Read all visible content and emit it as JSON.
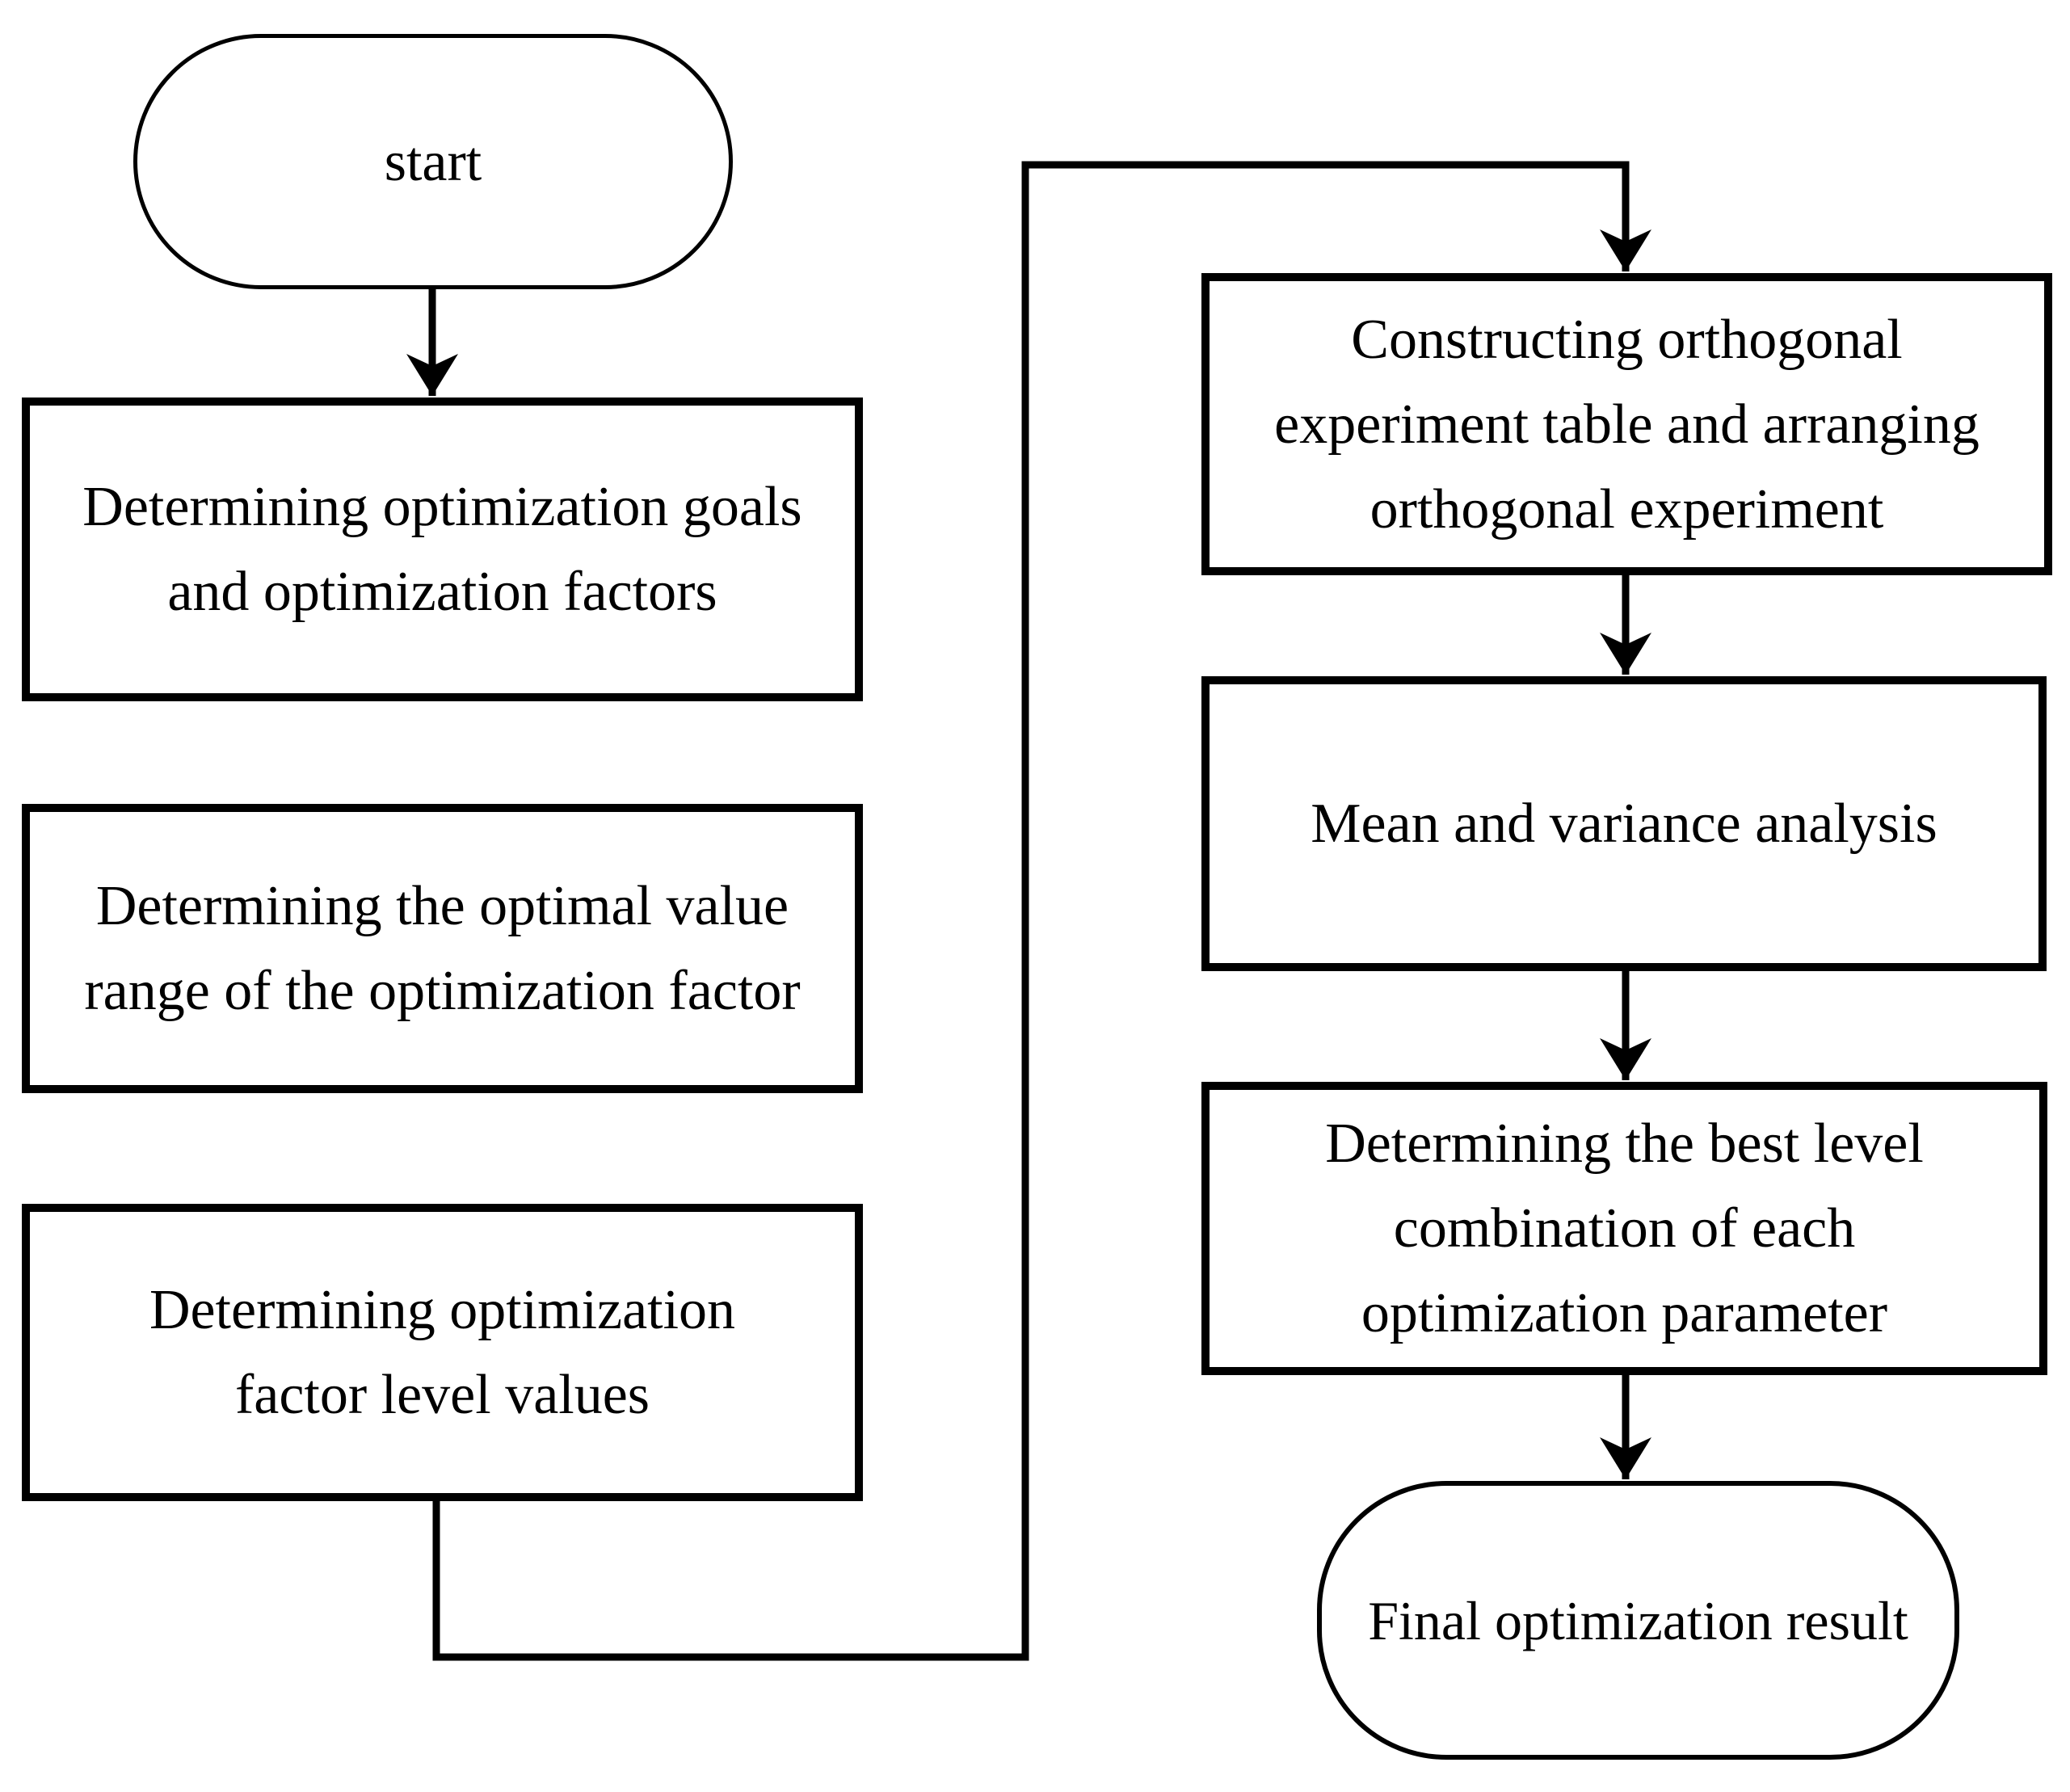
{
  "flowchart": {
    "nodes": {
      "start": {
        "label": "start",
        "shape": "terminator"
      },
      "step1": {
        "label": "Determining optimization goals\nand optimization factors",
        "shape": "process"
      },
      "step2": {
        "label": "Determining the optimal value\nrange of the optimization factor",
        "shape": "process"
      },
      "step3": {
        "label": "Determining optimization\nfactor level values",
        "shape": "process"
      },
      "step4": {
        "label": "Constructing orthogonal\nexperiment table and arranging\northogonal experiment",
        "shape": "process"
      },
      "step5": {
        "label": "Mean and variance analysis",
        "shape": "process"
      },
      "step6": {
        "label": "Determining the best level\ncombination of each\noptimization parameter",
        "shape": "process"
      },
      "end": {
        "label": "Final optimization result",
        "shape": "terminator"
      }
    },
    "edges": [
      {
        "from": "start",
        "to": "step1",
        "routing": "straight-down"
      },
      {
        "from": "step3",
        "to": "step4",
        "routing": "down-right-up-right-down"
      },
      {
        "from": "step4",
        "to": "step5",
        "routing": "straight-down"
      },
      {
        "from": "step5",
        "to": "step6",
        "routing": "straight-down"
      },
      {
        "from": "step6",
        "to": "end",
        "routing": "straight-down"
      }
    ]
  },
  "colors": {
    "line": "#000000",
    "text": "#000000",
    "background": "#ffffff"
  }
}
